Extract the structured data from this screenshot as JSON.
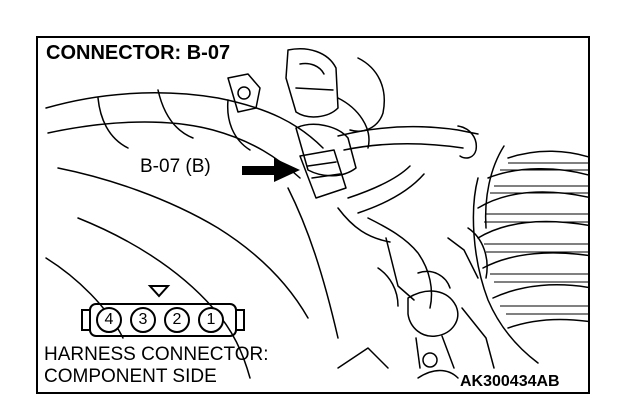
{
  "title": "CONNECTOR: B-07",
  "callout_label": "B-07 (B)",
  "connector": {
    "pins": [
      "4",
      "3",
      "2",
      "1"
    ]
  },
  "caption": {
    "line1": "HARNESS CONNECTOR:",
    "line2": "COMPONENT SIDE"
  },
  "figure_id": "AK300434AB"
}
